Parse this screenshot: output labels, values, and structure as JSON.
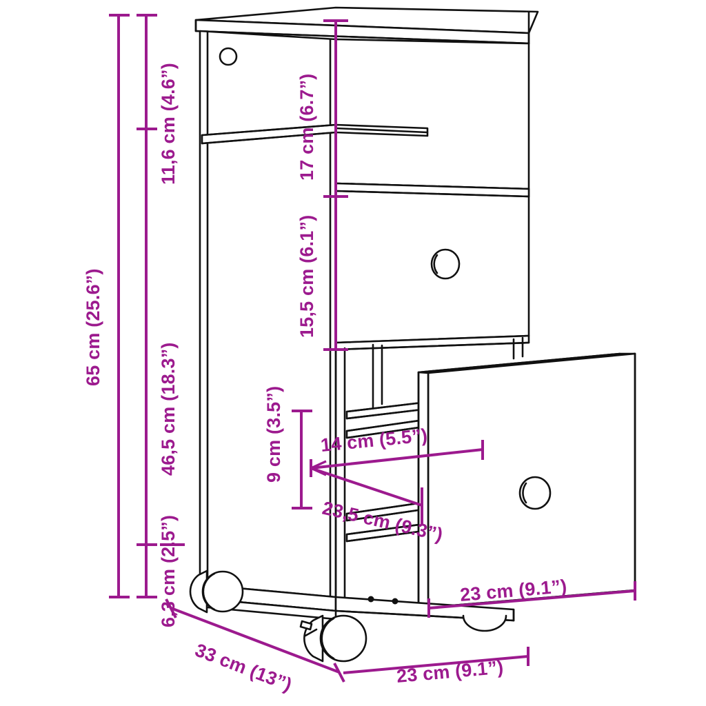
{
  "meta": {
    "kind": "technical-dimension-drawing",
    "subject": "rolling-storage-cabinet-with-drawers-and-casters",
    "background_color": "#ffffff",
    "line_color": "#000000",
    "dimension_color": "#9C1A8E",
    "units_note": "cm (inch)"
  },
  "dimensions": {
    "overall_height": "65 cm (25.6”)",
    "body_height": "46,5 cm (18.3”)",
    "top_compartment_height": "11,6 cm (4.6”)",
    "upper_opening_height": "17 cm (6.7”)",
    "drawer_front_height": "15,5 cm (6.1”)",
    "inner_drawer_height": "9 cm (3.5”)",
    "inner_drawer_width": "14 cm (5.5”)",
    "inner_drawer_depth": "23,5 cm (9.3”)",
    "drawer_front_width": "23 cm (9.1”)",
    "caster_height": "6,3 cm (2.5”)",
    "overall_depth": "33 cm (13”)",
    "overall_width": "23 cm (9.1”)"
  },
  "parts": {
    "top_panel": "top-panel",
    "left_side_panel": "left-side-panel",
    "vent_hole": "vent-hole",
    "upper_shelf": "upper-shelf",
    "middle_drawer_front": "middle-drawer-front",
    "middle_drawer_knob": "middle-drawer-knob",
    "open_drawer_front": "open-drawer-front",
    "open_drawer_knob": "open-drawer-knob",
    "drawer_runner": "drawer-runner",
    "bottom_panel": "bottom-panel",
    "caster_front": "caster-front-left",
    "caster_back": "caster-back-left",
    "caster_right": "caster-right"
  }
}
